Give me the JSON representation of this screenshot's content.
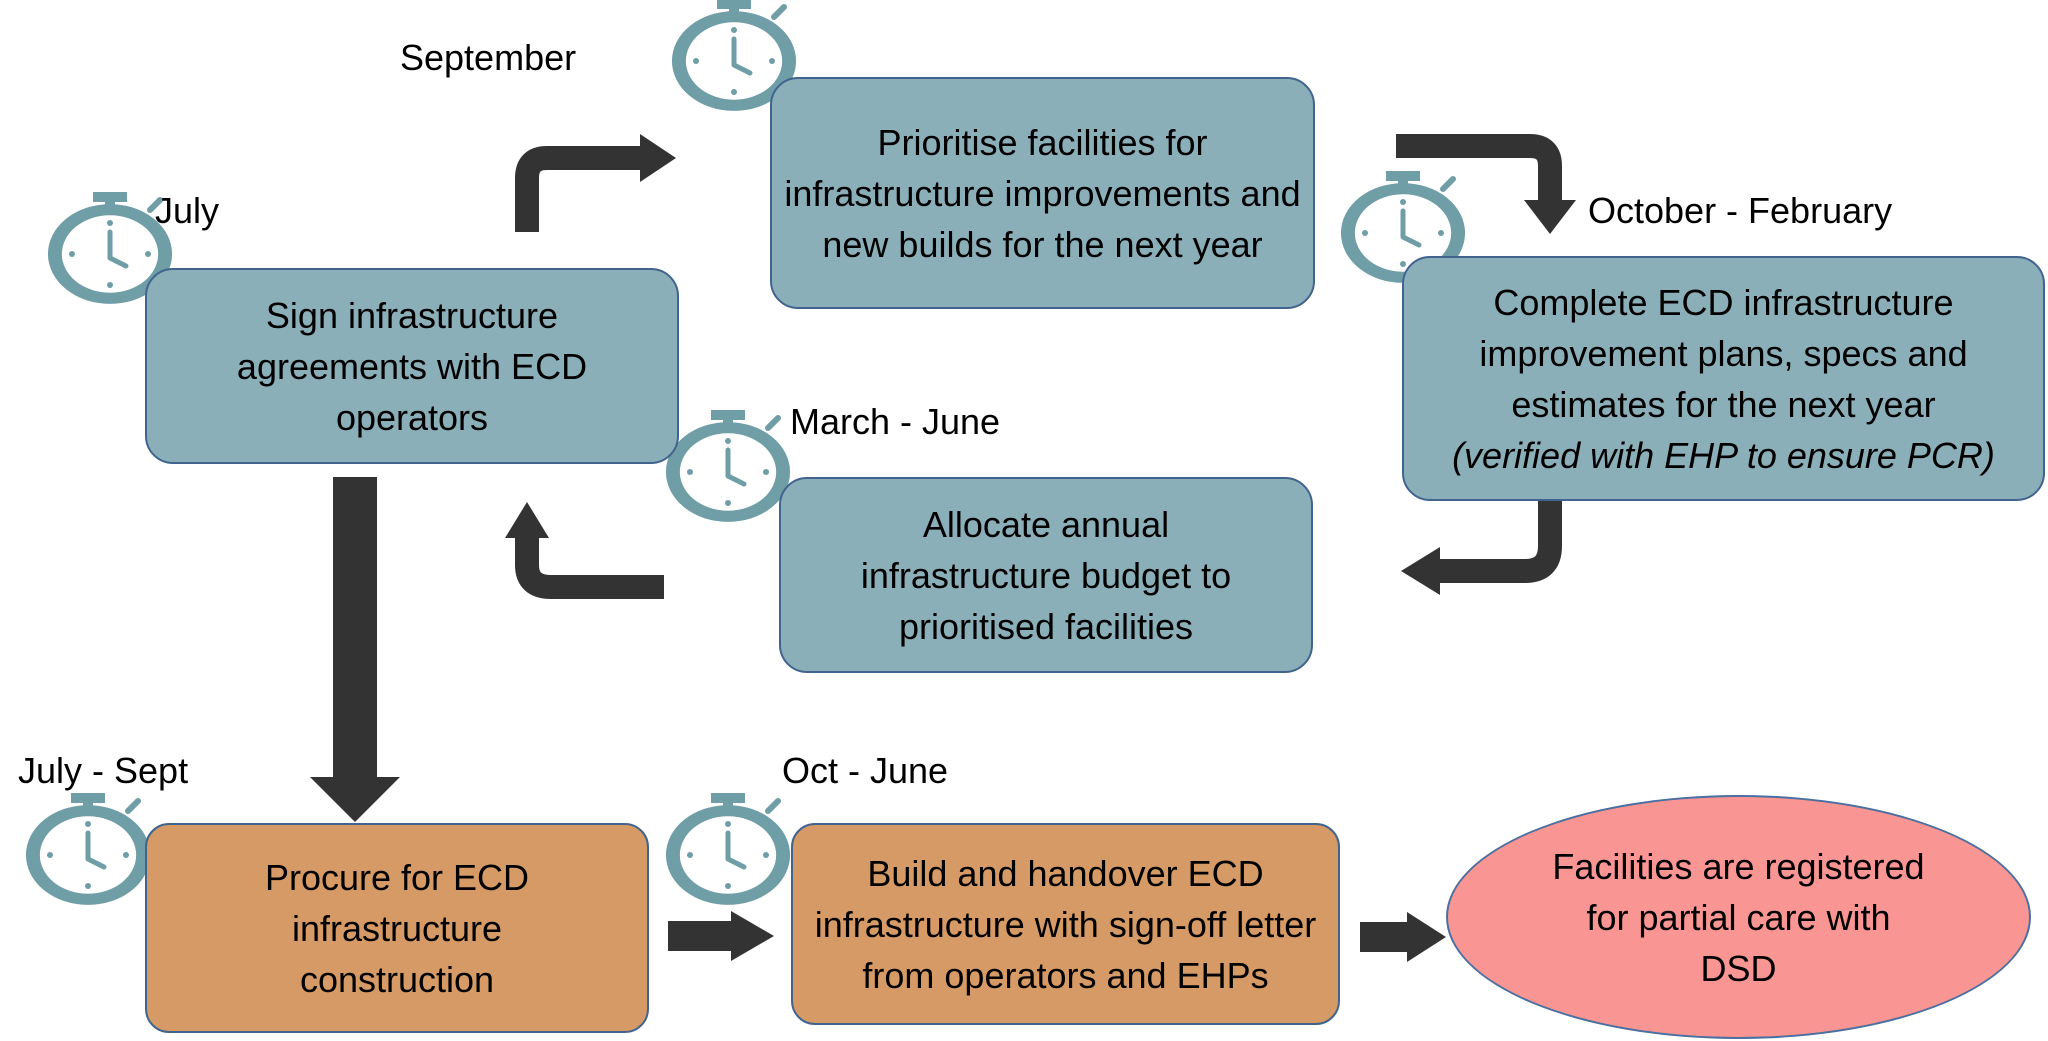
{
  "colors": {
    "box_blue": "#8bafb8",
    "box_orange": "#d59a65",
    "box_pink": "#f99593",
    "box_border": "#41648f",
    "arrow": "#333333",
    "clock": "#6f9ea6"
  },
  "icons": {
    "clock": "stopwatch-icon"
  },
  "labels": {
    "september": "September",
    "july": "July",
    "oct_feb": "October - February",
    "mar_jun": "March - June",
    "jul_sept": "July - Sept",
    "oct_june": "Oct - June"
  },
  "boxes": {
    "prioritise": "Prioritise facilities for infrastructure improvements and new builds for the next year",
    "sign": "Sign infrastructure agreements with ECD operators",
    "complete": "Complete ECD infrastructure improvement plans, specs and estimates for the next year",
    "complete_note": "(verified with EHP to ensure PCR)",
    "allocate": "Allocate annual infrastructure budget to prioritised facilities",
    "procure": "Procure for ECD infrastructure construction",
    "build": "Build and handover ECD infrastructure with sign-off letter from operators and EHPs",
    "registered": "Facilities are registered for partial care with DSD"
  }
}
